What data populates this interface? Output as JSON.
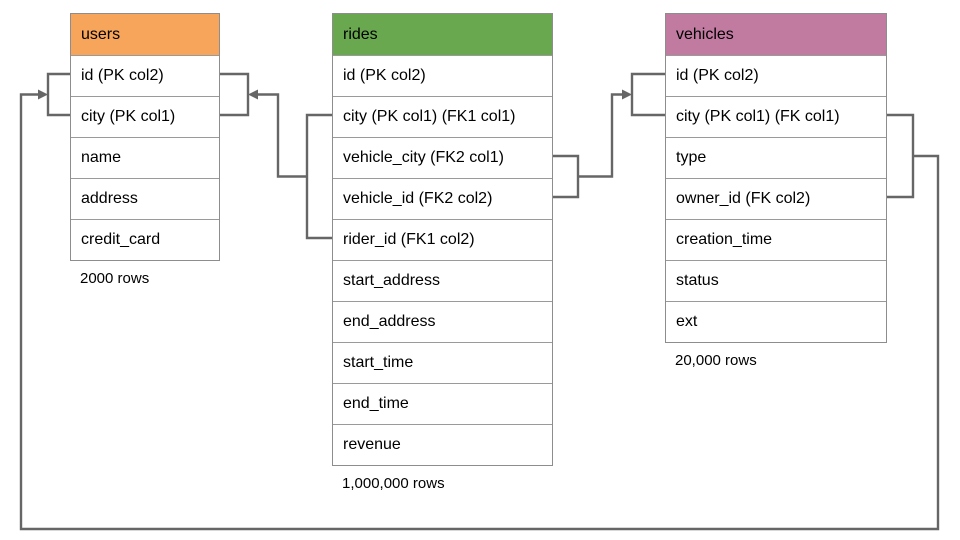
{
  "colors": {
    "background": "#ffffff",
    "text": "#000000",
    "connector": "#666666",
    "table_border": "#8d8d8d",
    "row_border": "#9a9a9a"
  },
  "tables": [
    {
      "name": "users",
      "title": "users",
      "header_color": "#F6A55B",
      "columns": [
        "id (PK col2)",
        "city (PK col1)",
        "name",
        "address",
        "credit_card"
      ],
      "row_count_label": "2000 rows"
    },
    {
      "name": "rides",
      "title": "rides",
      "header_color": "#6AA84F",
      "columns": [
        "id (PK col2)",
        "city (PK col1) (FK1 col1)",
        "vehicle_city (FK2 col1)",
        "vehicle_id (FK2 col2)",
        "rider_id (FK1 col2)",
        "start_address",
        "end_address",
        "start_time",
        "end_time",
        "revenue"
      ],
      "row_count_label": "1,000,000 rows"
    },
    {
      "name": "vehicles",
      "title": "vehicles",
      "header_color": "#C27BA0",
      "columns": [
        "id (PK col2)",
        "city (PK col1) (FK col1)",
        "type",
        "owner_id (FK col2)",
        "creation_time",
        "status",
        "ext"
      ],
      "row_count_label": "20,000 rows"
    }
  ],
  "relationships": [
    {
      "name": "FK1",
      "from_table": "rides",
      "from_columns": [
        "city (PK col1) (FK1 col1)",
        "rider_id (FK1 col2)"
      ],
      "to_table": "users",
      "to_columns": [
        "id (PK col2)",
        "city (PK col1)"
      ]
    },
    {
      "name": "FK2",
      "from_table": "rides",
      "from_columns": [
        "vehicle_city (FK2 col1)",
        "vehicle_id (FK2 col2)"
      ],
      "to_table": "vehicles",
      "to_columns": [
        "id (PK col2)",
        "city (PK col1) (FK col1)"
      ]
    },
    {
      "name": "FK",
      "from_table": "vehicles",
      "from_columns": [
        "city (PK col1) (FK col1)",
        "owner_id (FK col2)"
      ],
      "to_table": "users",
      "to_columns": [
        "id (PK col2)",
        "city (PK col1)"
      ]
    }
  ]
}
